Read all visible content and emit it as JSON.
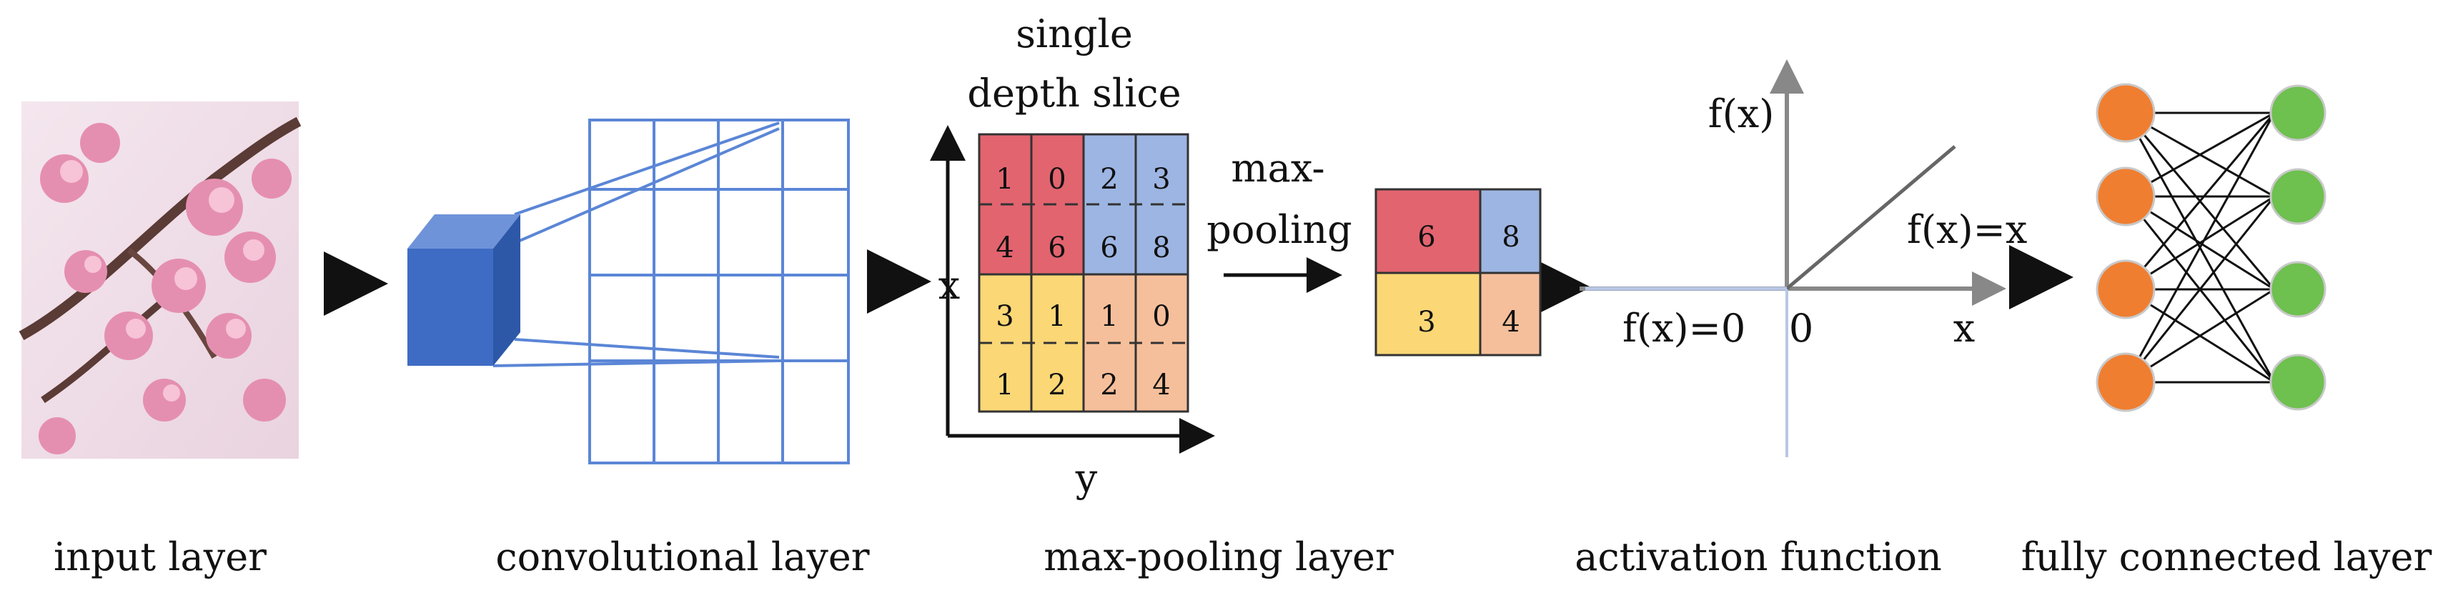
{
  "captions": {
    "input": "input layer",
    "conv": "convolutional layer",
    "pool": "max-pooling layer",
    "activation": "activation function",
    "fc": "fully connected layer"
  },
  "depth_slice": {
    "title_line1": "single",
    "title_line2": "depth slice",
    "axis_x": "x",
    "axis_y": "y",
    "cells": [
      [
        "1",
        "0",
        "2",
        "3"
      ],
      [
        "4",
        "6",
        "6",
        "8"
      ],
      [
        "3",
        "1",
        "1",
        "0"
      ],
      [
        "1",
        "2",
        "2",
        "4"
      ]
    ],
    "colors": {
      "red": "#e2646f",
      "blue": "#9db5e2",
      "yellow": "#fbd776",
      "orange": "#f6bf9b"
    }
  },
  "pooling": {
    "label_line1": "max-",
    "label_line2": "pooling",
    "cells": [
      [
        "6",
        "8"
      ],
      [
        "3",
        "4"
      ]
    ]
  },
  "activation": {
    "fx_label": "f(x)",
    "x_label": "x",
    "origin": "0",
    "neg_label": "f(x)=0",
    "pos_label": "f(x)=x"
  },
  "fc_network": {
    "input_color": "#f07e30",
    "output_color": "#6ec04f",
    "nodes_per_layer": 4
  },
  "colors": {
    "grid_blue": "#5b86d6",
    "cube_blue": "#3e6cc4"
  }
}
